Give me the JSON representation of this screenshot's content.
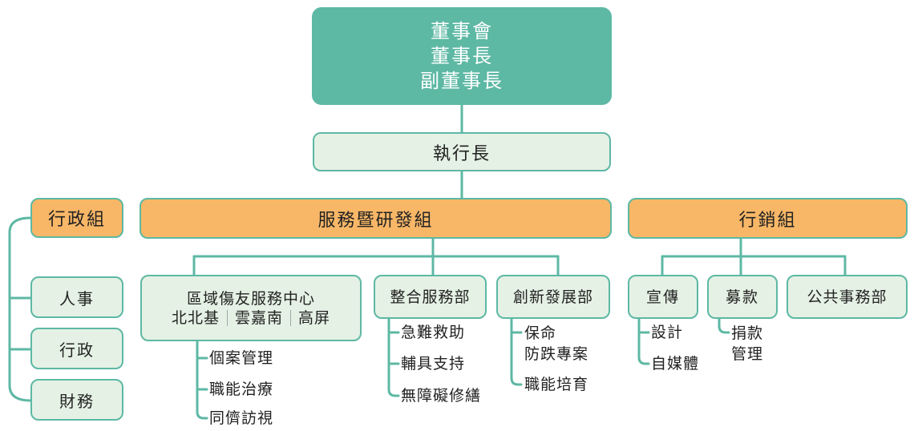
{
  "board": {
    "lines": [
      "董事會",
      "董事長",
      "副董事長"
    ]
  },
  "ceo": {
    "label": "執行長"
  },
  "admin": {
    "label": "行政組",
    "children": [
      "人事",
      "行政",
      "財務"
    ]
  },
  "service": {
    "label": "服務暨研發組",
    "center": {
      "line1": "區域傷友服務中心",
      "regions": [
        "北北基",
        "雲嘉南",
        "高屏"
      ],
      "items": [
        "個案管理",
        "職能治療",
        "同儕訪視"
      ]
    },
    "integrated": {
      "label": "整合服務部",
      "items": [
        "急難救助",
        "輔具支持",
        "無障礙修繕"
      ]
    },
    "innovation": {
      "label": "創新發展部",
      "items": [
        "保命\n防跌專案",
        "職能培育"
      ]
    }
  },
  "marketing": {
    "label": "行銷組",
    "publicity": {
      "label": "宣傳",
      "items": [
        "設計",
        "自媒體"
      ]
    },
    "fundraising": {
      "label": "募款",
      "items": [
        "捐款\n管理"
      ]
    },
    "public_affairs": {
      "label": "公共事務部"
    }
  },
  "colors": {
    "teal": "#5db8a4",
    "light_green": "#e5f1e5",
    "orange": "#f8b767"
  }
}
